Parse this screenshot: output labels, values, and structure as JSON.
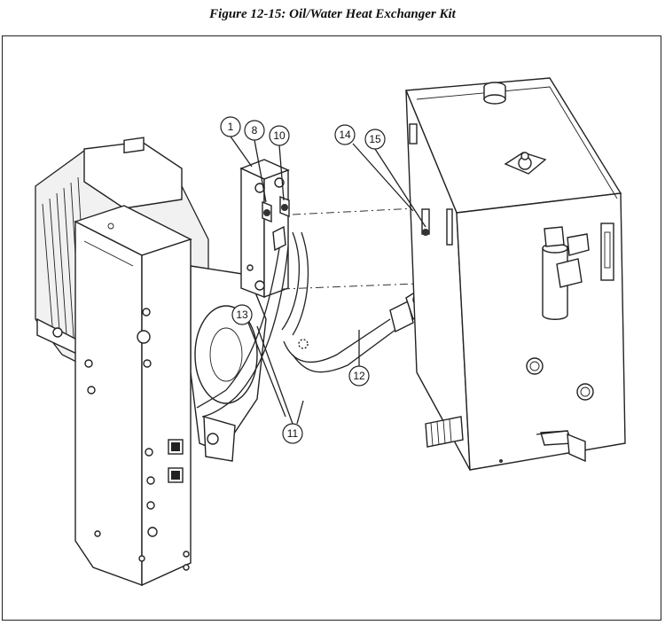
{
  "figure": {
    "caption": "Figure 12-15:  Oil/Water Heat Exchanger Kit"
  },
  "callouts": [
    {
      "id": "c1",
      "label": "1"
    },
    {
      "id": "c8",
      "label": "8"
    },
    {
      "id": "c10",
      "label": "10"
    },
    {
      "id": "c14",
      "label": "14"
    },
    {
      "id": "c15",
      "label": "15"
    },
    {
      "id": "c13",
      "label": "13"
    },
    {
      "id": "c11",
      "label": "11"
    },
    {
      "id": "c12",
      "label": "12"
    }
  ]
}
